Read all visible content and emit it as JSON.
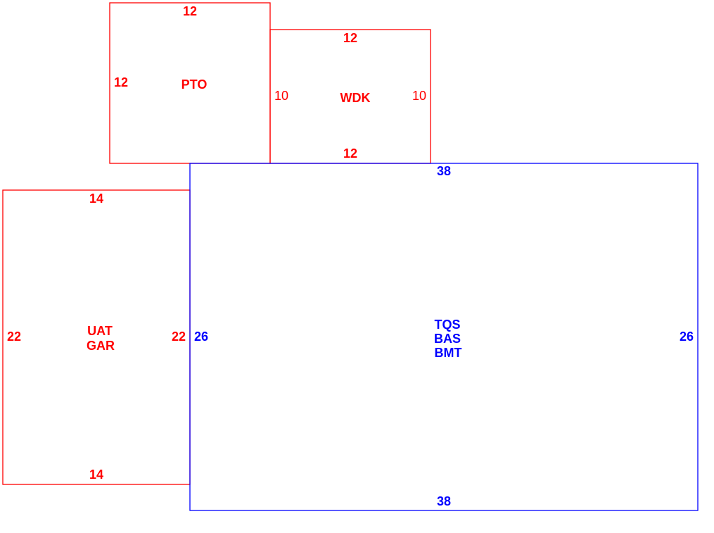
{
  "colors": {
    "secondary": "#ff0000",
    "main": "#0000ff"
  },
  "areas": {
    "pto": {
      "label": "PTO",
      "top": "12",
      "left": "12"
    },
    "wdk": {
      "label": "WDK",
      "top": "12",
      "left": "10",
      "right": "10",
      "bottom": "12"
    },
    "garage": {
      "label1": "UAT",
      "label2": "GAR",
      "top": "14",
      "left": "22",
      "right": "22",
      "bottom": "14"
    },
    "main": {
      "label1": "TQS",
      "label2": "BAS",
      "label3": "BMT",
      "top": "38",
      "left": "26",
      "right": "26",
      "bottom": "38"
    }
  }
}
